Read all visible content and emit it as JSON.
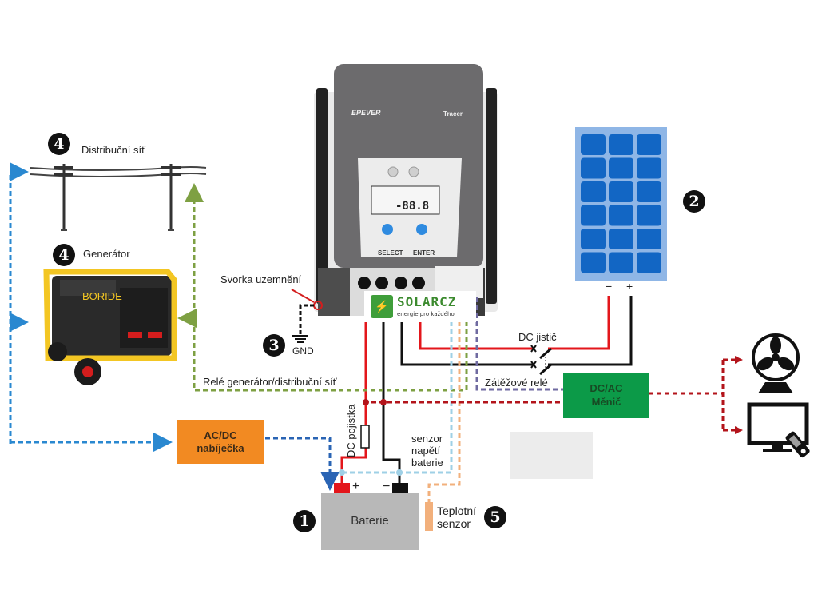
{
  "labels": {
    "grid": "Distribuční síť",
    "generator": "Generátor",
    "ground_terminal": "Svorka uzemnění",
    "gnd": "GND",
    "relay_generator_grid": "Relé generátor/distribuční síť",
    "dc_breaker": "DC jistič",
    "load_relay": "Zátěžové relé",
    "dc_fuse": "DC pojistka",
    "battery_voltage_sensor": [
      "senzor",
      "napětí",
      "baterie"
    ],
    "temperature_sensor": [
      "Teplotní",
      "senzor"
    ],
    "battery_plus": "+",
    "battery_minus": "−",
    "panel_minus": "−",
    "panel_plus": "+"
  },
  "badges": {
    "battery": "1",
    "solar_panel": "2",
    "ground": "3",
    "grid": "4",
    "generator": "4",
    "temperature_sensor": "5"
  },
  "boxes": {
    "charger": [
      "AC/DC",
      "nabíječka"
    ],
    "inverter": [
      "DC/AC",
      "Měnič"
    ],
    "battery": "Baterie"
  },
  "controller": {
    "brand": "EPEVER",
    "model": "Tracer",
    "lcd_value": "-88.8",
    "button_select": "SELECT",
    "button_enter": "ENTER"
  },
  "generator_brand": "BORIDE",
  "logo": {
    "name": "SOLARCZ",
    "slogan": "energie pro každého"
  },
  "colors": {
    "positive_wire": "#e3161b",
    "negative_wire": "#111111",
    "charger_link": "#2a64b4",
    "grid_feed": "#2a88d0",
    "relay_link": "#7ea043",
    "load_relay_link": "#6f6aa0",
    "voltage_sensor_link": "#9fd0e6",
    "temp_sensor_link": "#f2b07c",
    "ac_output": "#b3141b",
    "inverter": "#0c9a48",
    "charger": "#f28a22",
    "solar_cell": "#1266c4",
    "solar_frame": "#8fb6e6"
  }
}
